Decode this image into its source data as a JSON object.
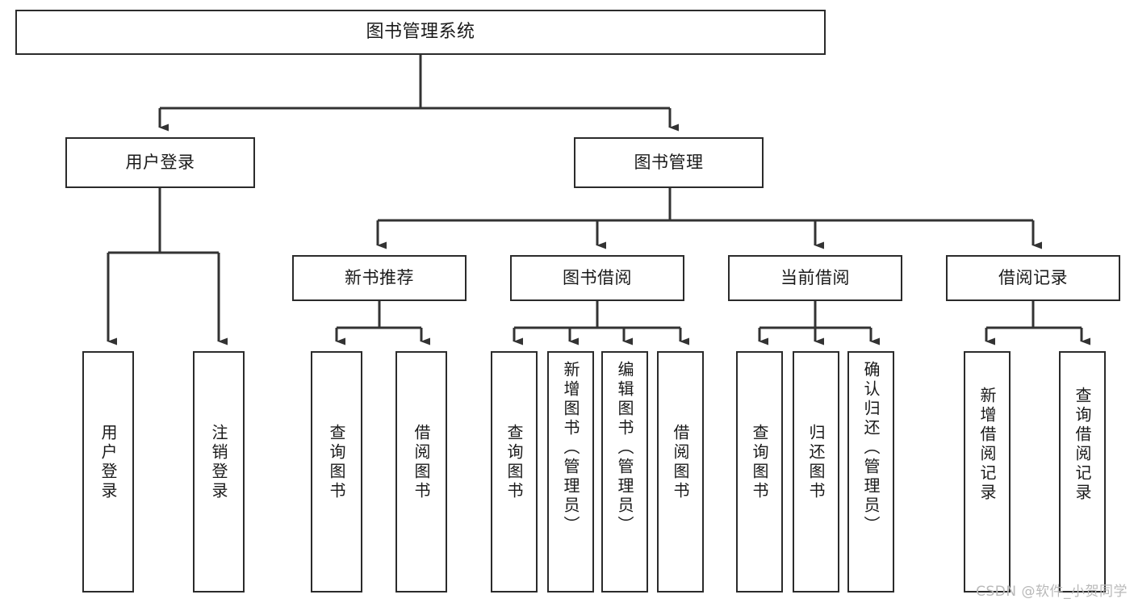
{
  "diagram": {
    "title": "图书管理系统",
    "type": "tree-hierarchy",
    "orientation": "top-down",
    "colors": {
      "box_border": "#2b2b2b",
      "box_fill": "#ffffff",
      "connector": "#333333",
      "text": "#1a1a1a",
      "watermark": "#b9b9b9",
      "background": "#ffffff"
    }
  },
  "watermark": {
    "text": "CSDN @软件_小贺同学"
  },
  "nodes": {
    "root": {
      "label": "图书管理系统",
      "level": 1
    },
    "level2": [
      {
        "id": "user-login",
        "label": "用户登录"
      },
      {
        "id": "book-manage",
        "label": "图书管理"
      }
    ],
    "level3": [
      {
        "id": "new-book-recommend",
        "label": "新书推荐"
      },
      {
        "id": "book-borrow",
        "label": "图书借阅"
      },
      {
        "id": "current-borrow",
        "label": "当前借阅"
      },
      {
        "id": "borrow-record",
        "label": "借阅记录"
      }
    ],
    "level4": [
      {
        "id": "leaf-user-login",
        "label": "用户登录",
        "parent": "user-login"
      },
      {
        "id": "leaf-logout-login",
        "label": "注销登录",
        "parent": "user-login"
      },
      {
        "id": "leaf-query-book-1",
        "label": "查询图书",
        "parent": "new-book-recommend"
      },
      {
        "id": "leaf-borrow-book-1",
        "label": "借阅图书",
        "parent": "new-book-recommend"
      },
      {
        "id": "leaf-query-book-2",
        "label": "查询图书",
        "parent": "book-borrow"
      },
      {
        "id": "leaf-add-book",
        "label": "新增图书（管理员）",
        "parent": "book-borrow"
      },
      {
        "id": "leaf-edit-book",
        "label": "编辑图书（管理员）",
        "parent": "book-borrow"
      },
      {
        "id": "leaf-borrow-book-2",
        "label": "借阅图书",
        "parent": "book-borrow"
      },
      {
        "id": "leaf-query-book-3",
        "label": "查询图书",
        "parent": "current-borrow"
      },
      {
        "id": "leaf-return-book",
        "label": "归还图书",
        "parent": "current-borrow"
      },
      {
        "id": "leaf-confirm-return",
        "label": "确认归还（管理员）",
        "parent": "current-borrow"
      },
      {
        "id": "leaf-add-record",
        "label": "新增借阅记录",
        "parent": "borrow-record"
      },
      {
        "id": "leaf-query-record",
        "label": "查询借阅记录",
        "parent": "borrow-record"
      }
    ]
  }
}
